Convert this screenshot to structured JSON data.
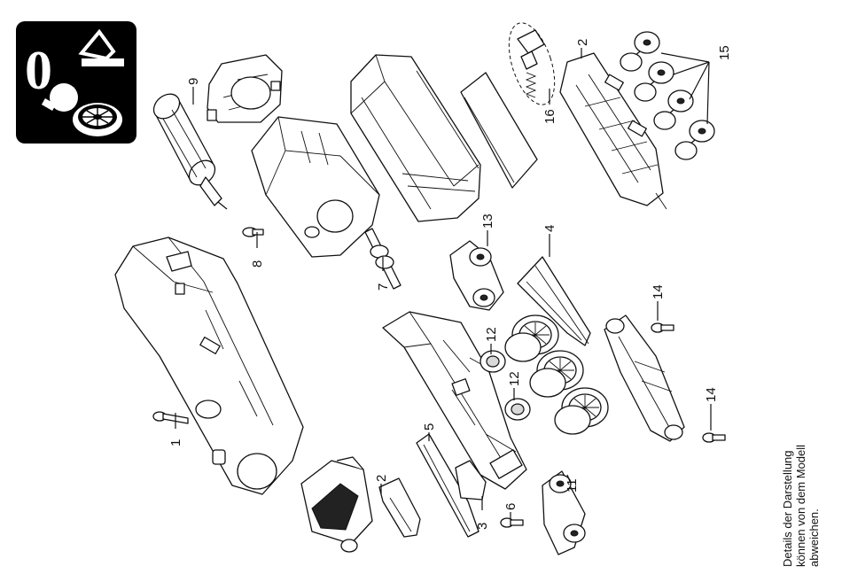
{
  "callouts": {
    "c1": "1",
    "c2a": "2",
    "c2b": "2",
    "c3": "3",
    "c4": "4",
    "c5": "5",
    "c6": "6",
    "c7": "7",
    "c8": "8",
    "c9": "9",
    "c11": "11",
    "c12a": "12",
    "c12b": "12",
    "c13": "13",
    "c14a": "14",
    "c14b": "14",
    "c15": "15",
    "c16": "16"
  },
  "note": {
    "line1": "Details der Darstellung",
    "line2": "können von dem Modell",
    "line3": "abweichen."
  },
  "icon_badge": {
    "symbol": "0",
    "icons": [
      "traction-tire-icon",
      "headlight-bulb-icon",
      "pantograph-icon",
      "wheel-icon"
    ]
  }
}
